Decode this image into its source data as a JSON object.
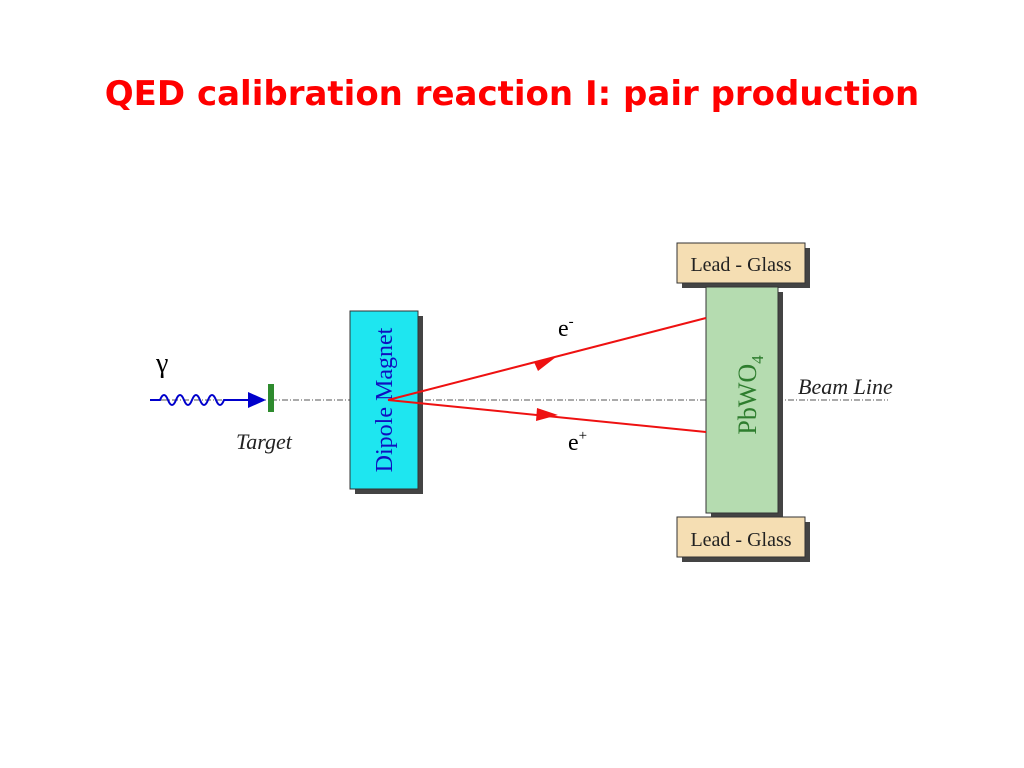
{
  "title": "QED calibration reaction I: pair production",
  "labels": {
    "photon": "γ",
    "target": "Target",
    "dipole": "Dipole Magnet",
    "electron": "e",
    "electron_charge": "-",
    "positron": "e",
    "positron_charge": "+",
    "pbwo_main": "PbWO",
    "pbwo_sub": "4",
    "beam_line": "Beam Line",
    "lead_glass_top": "Lead - Glass",
    "lead_glass_bottom": "Lead - Glass"
  },
  "colors": {
    "title": "#ff0000",
    "photon": "#0000cc",
    "target": "#2e8b2e",
    "dipole_fill": "#1ee6f0",
    "dipole_text": "#1010c0",
    "track": "#ee1111",
    "pbwo_fill": "#b5dcb0",
    "pbwo_text": "#2e7d2e",
    "lead_glass_fill": "#f5deb3"
  }
}
